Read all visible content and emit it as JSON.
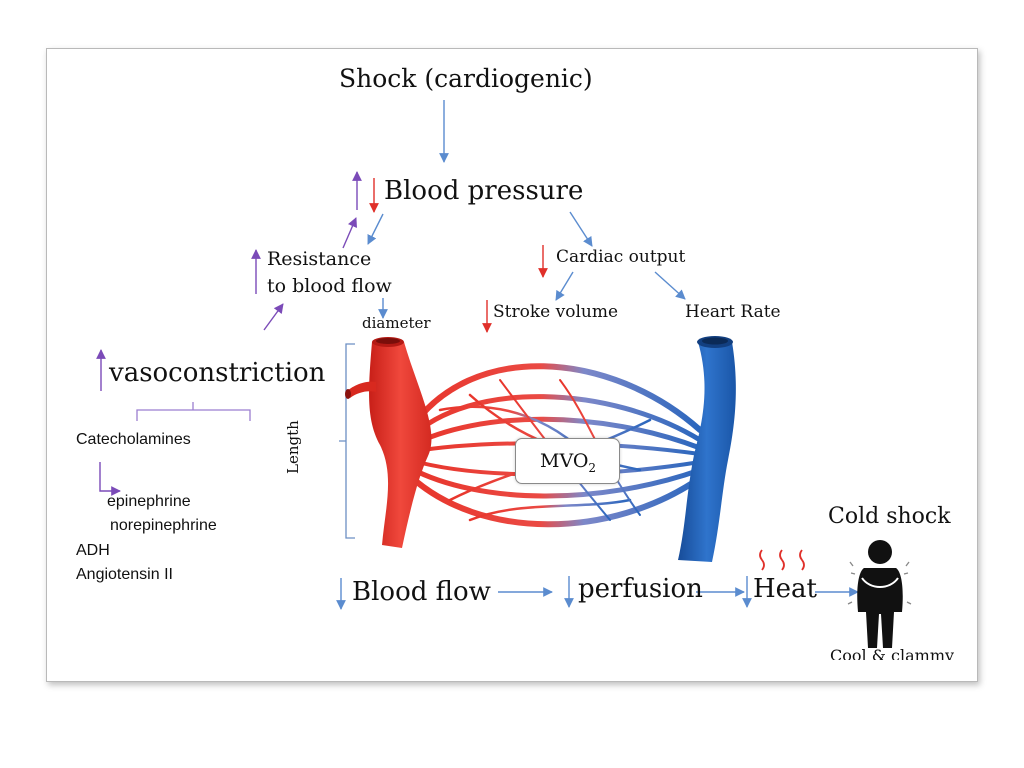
{
  "colors": {
    "arrow_blue": "#5b8ccf",
    "arrow_red": "#e0302a",
    "arrow_purple": "#7b4bb8",
    "artery_red": "#e8352b",
    "vein_blue": "#1f5fb5"
  },
  "labels": {
    "title": "Shock (cardiogenic)",
    "blood_pressure": "Blood pressure",
    "resistance_line1": "Resistance",
    "resistance_line2": "to blood flow",
    "cardiac_output": "Cardiac output",
    "stroke_volume": "Stroke volume",
    "heart_rate": "Heart Rate",
    "diameter": "diameter",
    "vasoconstriction": "vasoconstriction",
    "catecholamines": "Catecholamines",
    "epinephrine": "epinephrine",
    "norepinephrine": "norepinephrine",
    "adh": "ADH",
    "angiotensin": "Angiotensin II",
    "length": "Length",
    "mvo2_main": "MVO",
    "mvo2_sub": "2",
    "blood_flow": "Blood flow",
    "perfusion": "perfusion",
    "heat": "Heat",
    "cold_shock": "Cold shock",
    "cool_clammy": "Cool & clammy"
  },
  "icons": [
    "arrow-down-icon",
    "arrow-up-icon",
    "heat-waves-icon",
    "person-shivering-icon",
    "blood-vessel-capillary-bed-illustration"
  ]
}
